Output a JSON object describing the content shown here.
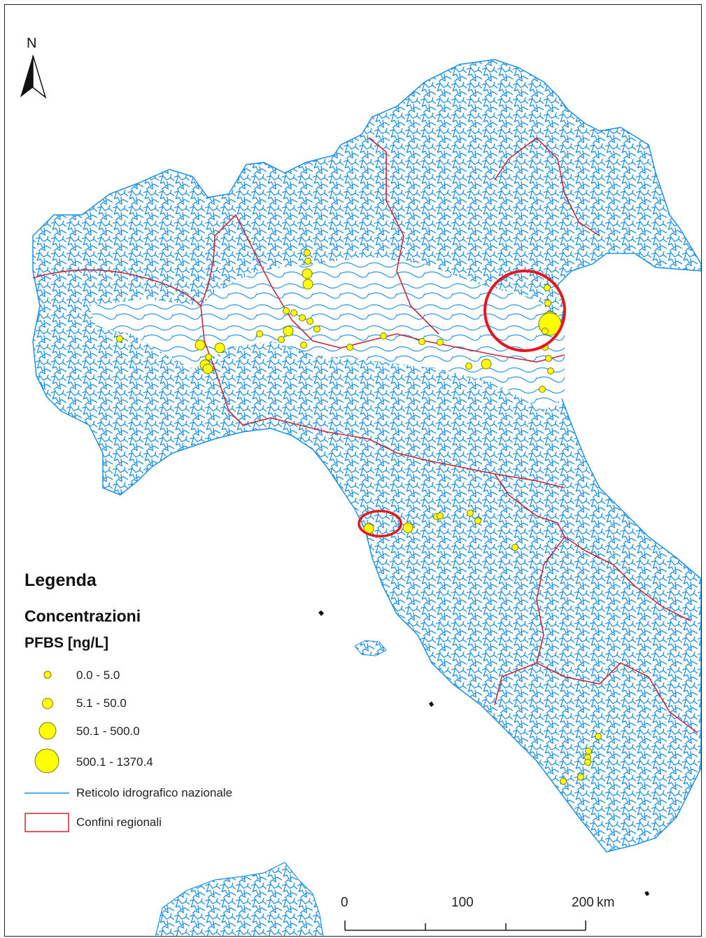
{
  "north_label": "N",
  "legend": {
    "title": "Legenda",
    "subtitle": "Concentrazioni",
    "field": "PFBS [ng/L]",
    "classes": [
      {
        "label": "0.0 - 5.0"
      },
      {
        "label": "5.1 - 50.0"
      },
      {
        "label": "50.1 - 500.0"
      },
      {
        "label": "500.1 - 1370.4"
      }
    ],
    "network_label": "Reticolo idrografico nazionale",
    "boundaries_label": "Confini regionali"
  },
  "scale": {
    "ticks": [
      "0",
      "100",
      "200"
    ],
    "unit": "km"
  },
  "colors": {
    "river": "#1e90e0",
    "boundary": "#c8283c",
    "site_fill": "#ffff00",
    "site_stroke": "#7a7a00",
    "highlight": "#e8141e",
    "land": "#ffffff",
    "sea": "#ffffff"
  }
}
